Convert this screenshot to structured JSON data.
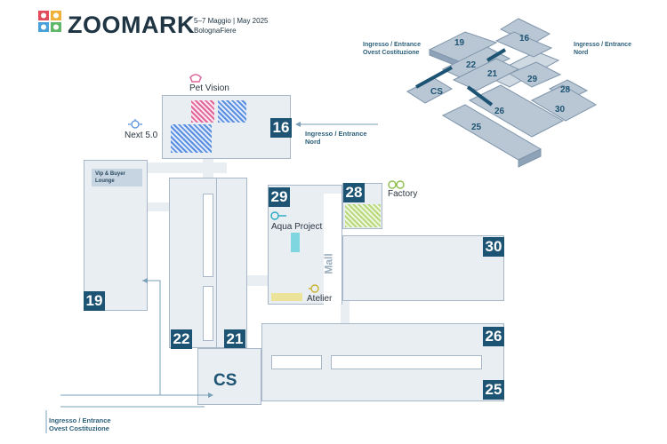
{
  "header": {
    "brand": "ZOOMARK",
    "dates": "5–7 Maggio | May 2025",
    "venue": "BolognaFiere"
  },
  "entrances": {
    "ovest": [
      "Ingresso / Entrance",
      "Ovest Costituzione"
    ],
    "nord": [
      "Ingresso / Entrance",
      "Nord"
    ]
  },
  "halls": {
    "h16": "16",
    "h19": "19",
    "h21": "21",
    "h22": "22",
    "h25": "25",
    "h26": "26",
    "h28": "28",
    "h29": "29",
    "h30": "30"
  },
  "areas": {
    "cs": "CS",
    "mall": "Mall",
    "vip": [
      "Vip & Buyer",
      "Lounge"
    ],
    "pet_vision": "Pet Vision",
    "next": "Next 5.0",
    "factory": "Factory",
    "aqua": "Aqua Project",
    "atelier": "Atelier"
  },
  "colors": {
    "hall_fill": "#e9eef3",
    "hall_border": "#a9b8c8",
    "number_box": "#1e5473",
    "pet_vision": "#e0669a",
    "next": "#5a8fe0",
    "factory": "#b8d97a",
    "aqua": "#7fd6e0",
    "atelier": "#ece39a",
    "entrance_text": "#2b5f7a"
  },
  "icons": [
    "logo-icon",
    "arrow-icon",
    "pet-vision-icon",
    "next-icon",
    "factory-icon",
    "aqua-icon",
    "atelier-icon"
  ]
}
